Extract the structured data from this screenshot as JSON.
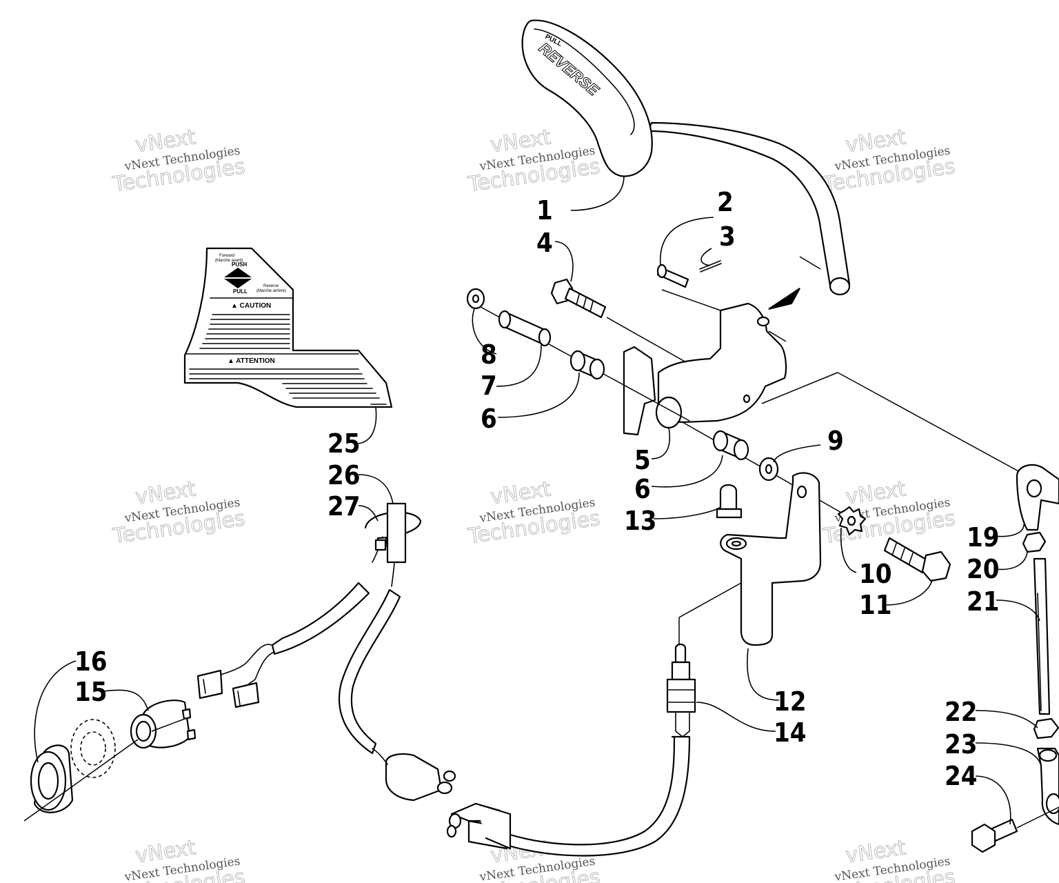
{
  "watermark": {
    "line1": "vNext Technologies",
    "line2": "vNext",
    "line3": "Technologies"
  },
  "callouts": [
    {
      "id": "1",
      "text": "1"
    },
    {
      "id": "2",
      "text": "2"
    },
    {
      "id": "3",
      "text": "3"
    },
    {
      "id": "4",
      "text": "4"
    },
    {
      "id": "5",
      "text": "5"
    },
    {
      "id": "6a",
      "text": "6"
    },
    {
      "id": "6b",
      "text": "6"
    },
    {
      "id": "7",
      "text": "7"
    },
    {
      "id": "8",
      "text": "8"
    },
    {
      "id": "9",
      "text": "9"
    },
    {
      "id": "10",
      "text": "10"
    },
    {
      "id": "11",
      "text": "11"
    },
    {
      "id": "12",
      "text": "12"
    },
    {
      "id": "13",
      "text": "13"
    },
    {
      "id": "14",
      "text": "14"
    },
    {
      "id": "15",
      "text": "15"
    },
    {
      "id": "16",
      "text": "16"
    },
    {
      "id": "19",
      "text": "19"
    },
    {
      "id": "20",
      "text": "20"
    },
    {
      "id": "21",
      "text": "21"
    },
    {
      "id": "22",
      "text": "22"
    },
    {
      "id": "23",
      "text": "23"
    },
    {
      "id": "24",
      "text": "24"
    },
    {
      "id": "25",
      "text": "25"
    },
    {
      "id": "26",
      "text": "26"
    },
    {
      "id": "27",
      "text": "27"
    }
  ],
  "decal": {
    "forward": "Forward",
    "forward_fr": "(Marche avant)",
    "push": "PUSH",
    "pull": "PULL",
    "reverse": "Reverse",
    "reverse_fr": "(Marche arrière)",
    "caution": "▲ CAUTION",
    "attention": "▲ ATTENTION"
  },
  "handle": {
    "top": "PULL",
    "main": "REVERSE"
  }
}
